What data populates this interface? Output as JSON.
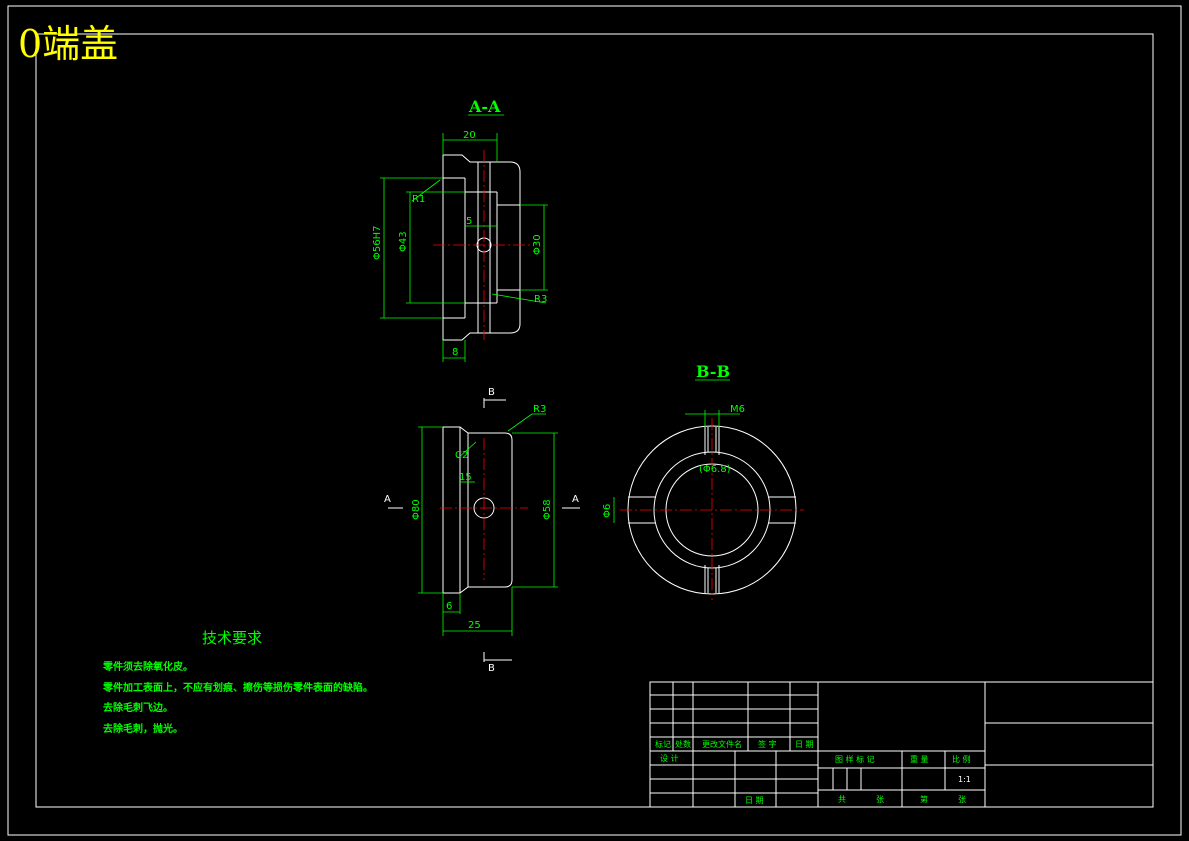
{
  "title": "0端盖",
  "sections": {
    "aa": "A-A",
    "bb": "B-B"
  },
  "view_markers": {
    "b_top": "B",
    "b_bottom": "B",
    "a_left": "A",
    "a_right": "A"
  },
  "dimensions": {
    "aa": {
      "len_20": "20",
      "r1": "R1",
      "dia_56h7": "Φ56H7",
      "dia_43": "Φ43",
      "len_5": "5",
      "dia_30": "Φ30",
      "r3": "R3",
      "len_8": "8"
    },
    "front": {
      "r3": "R3",
      "chamfer": "C2",
      "len_15": "15",
      "dia_80": "Φ80",
      "dia_58": "Φ58",
      "len_6": "6",
      "len_25": "25"
    },
    "bb": {
      "m6": "M6",
      "depth": "(Φ6.8)",
      "dia_6": "Φ6"
    }
  },
  "notes": {
    "heading": "技术要求",
    "items": [
      "零件须去除氧化皮。",
      "零件加工表面上，不应有划痕、擦伤等损伤零件表面的缺陷。",
      "去除毛刺飞边。",
      "去除毛刺，抛光。"
    ]
  },
  "title_block": {
    "biaoji": "标记",
    "chushu": "处数",
    "gengai": "更改文件名",
    "qianzi": "签 字",
    "riqi": "日 期",
    "sheji": "设 计",
    "riqi2": "日 期",
    "tuyang": "图 样 标 记",
    "zhongliang": "重 量",
    "bili": "比 例",
    "scale": "1:1",
    "gong": "共",
    "zhang": "张",
    "di": "第",
    "zhang2": "张"
  }
}
